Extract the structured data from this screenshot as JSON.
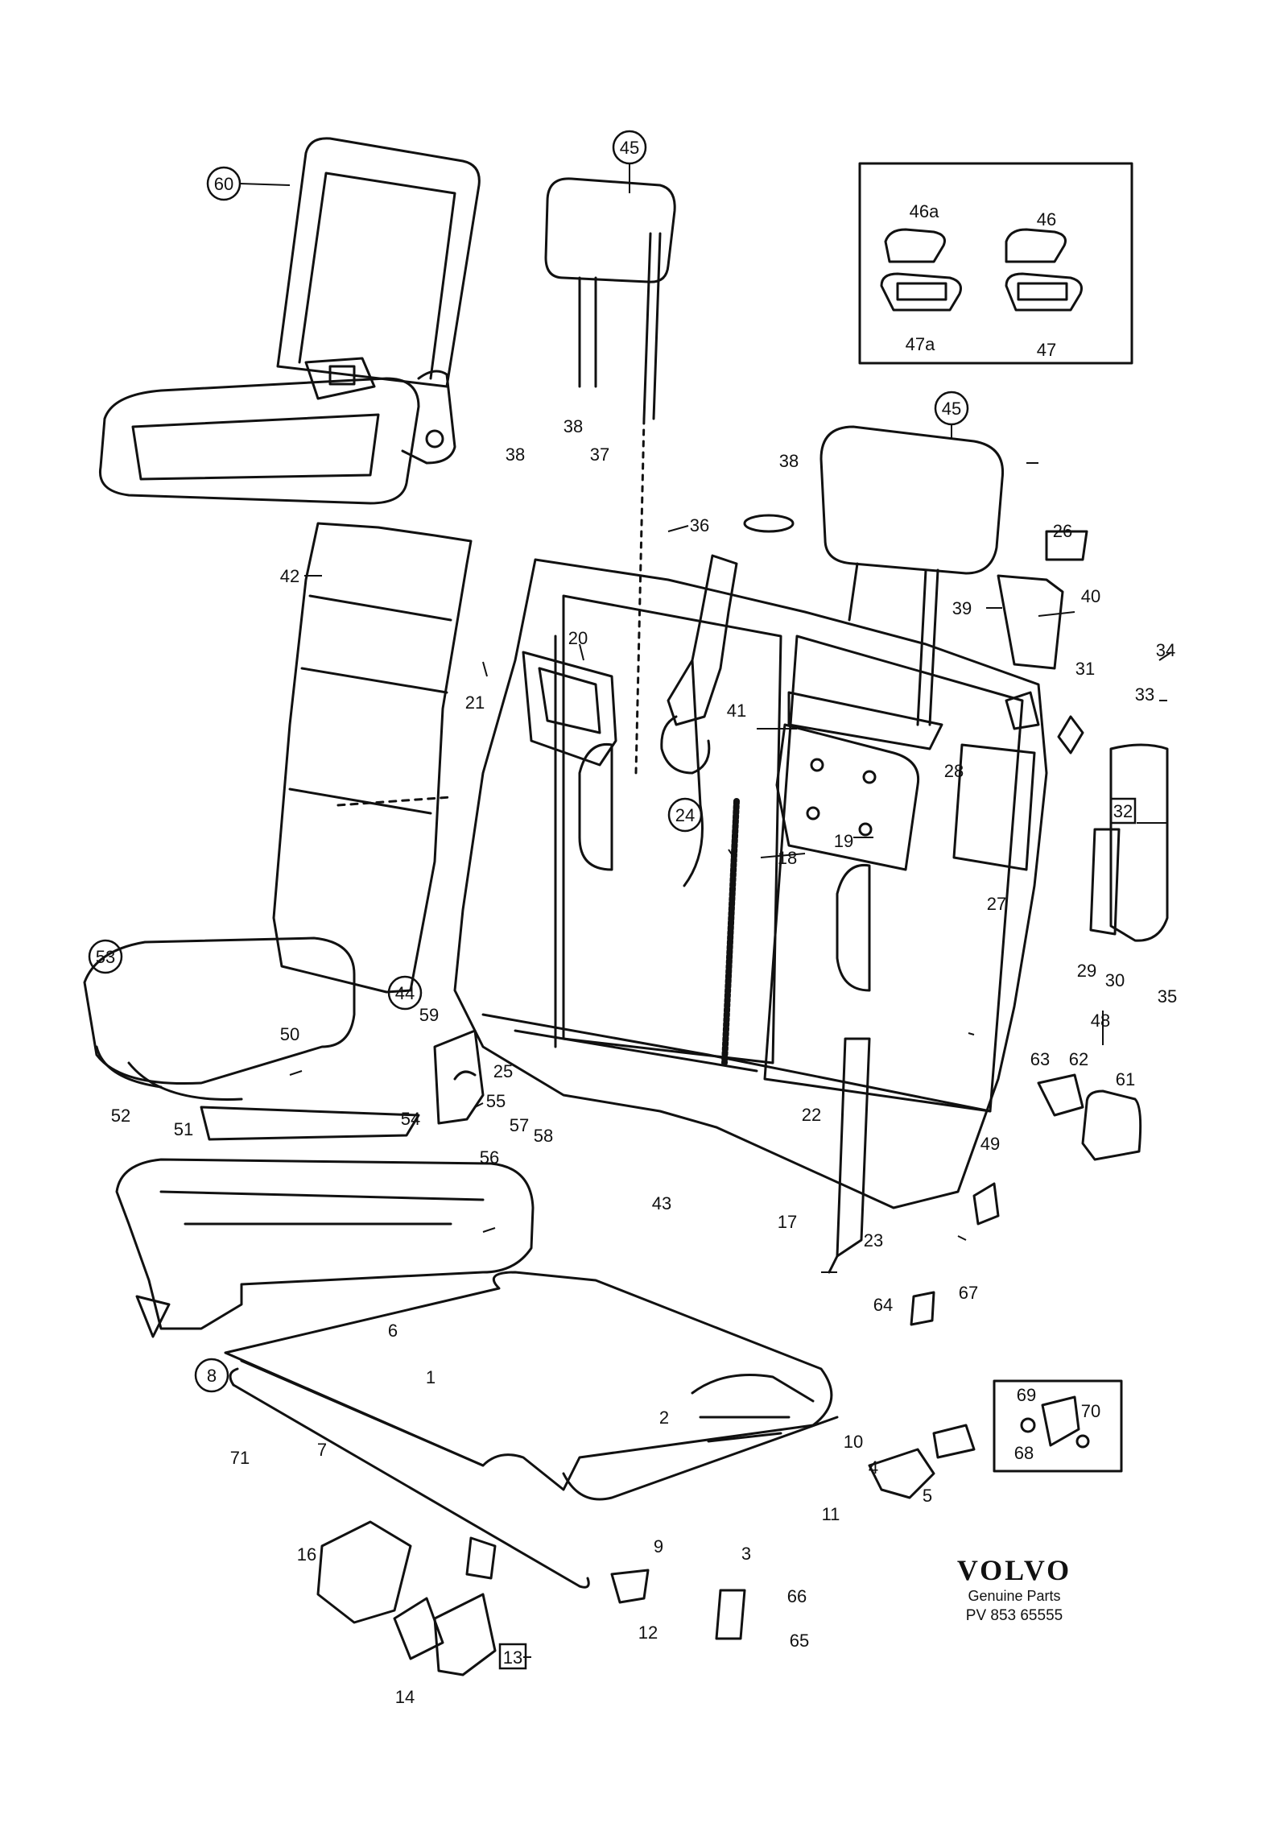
{
  "callouts": {
    "n1": "1",
    "n2": "2",
    "n3": "3",
    "n4": "4",
    "n5": "5",
    "n6": "6",
    "n7": "7",
    "n8": "8",
    "n9": "9",
    "n10": "10",
    "n11": "11",
    "n12": "12",
    "n13": "13",
    "n14": "14",
    "n16": "16",
    "n17": "17",
    "n18": "18",
    "n19": "19",
    "n20": "20",
    "n21": "21",
    "n22": "22",
    "n23": "23",
    "n24": "24",
    "n25": "25",
    "n26": "26",
    "n27": "27",
    "n28": "28",
    "n29": "29",
    "n30": "30",
    "n31": "31",
    "n32": "32",
    "n33": "33",
    "n34": "34",
    "n35": "35",
    "n36": "36",
    "n37": "37",
    "n38": "38",
    "n39": "39",
    "n40": "40",
    "n41": "41",
    "n42": "42",
    "n43": "43",
    "n44": "44",
    "n45": "45",
    "n46": "46",
    "n46a": "46a",
    "n47": "47",
    "n47a": "47a",
    "n48": "48",
    "n49": "49",
    "n50": "50",
    "n51": "51",
    "n52": "52",
    "n53": "53",
    "n54": "54",
    "n55": "55",
    "n56": "56",
    "n57": "57",
    "n58": "58",
    "n59": "59",
    "n60": "60",
    "n61": "61",
    "n62": "62",
    "n63": "63",
    "n64": "64",
    "n65": "65",
    "n66": "66",
    "n67": "67",
    "n68": "68",
    "n69": "69",
    "n70": "70",
    "n71": "71"
  },
  "brand": {
    "logo": "VOLVO",
    "subtitle": "Genuine Parts",
    "code": "PV 853 65555"
  }
}
